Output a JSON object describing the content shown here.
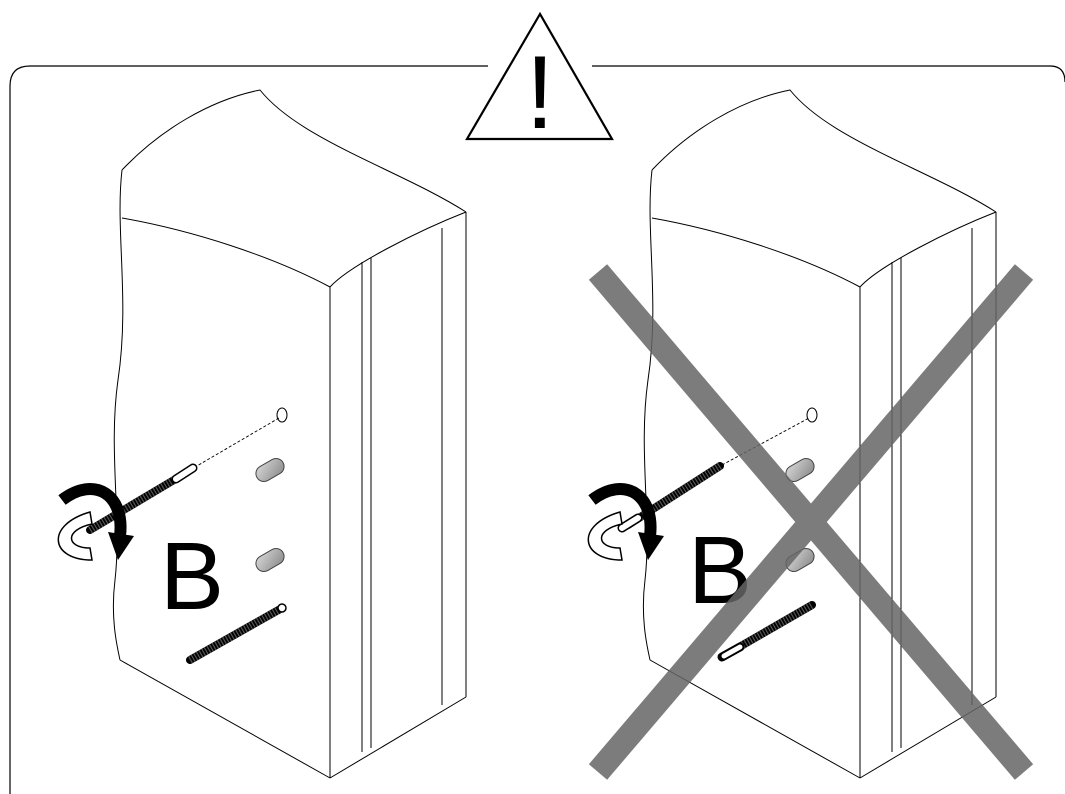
{
  "warning": {
    "symbol": "!",
    "icon": "warning-triangle-icon"
  },
  "panels": [
    {
      "id": "correct",
      "label": "B",
      "crossed": false
    },
    {
      "id": "incorrect",
      "label": "B",
      "crossed": true
    }
  ],
  "colors": {
    "line": "#000000",
    "cross": "#707070",
    "stud": "#b0b0b0"
  }
}
